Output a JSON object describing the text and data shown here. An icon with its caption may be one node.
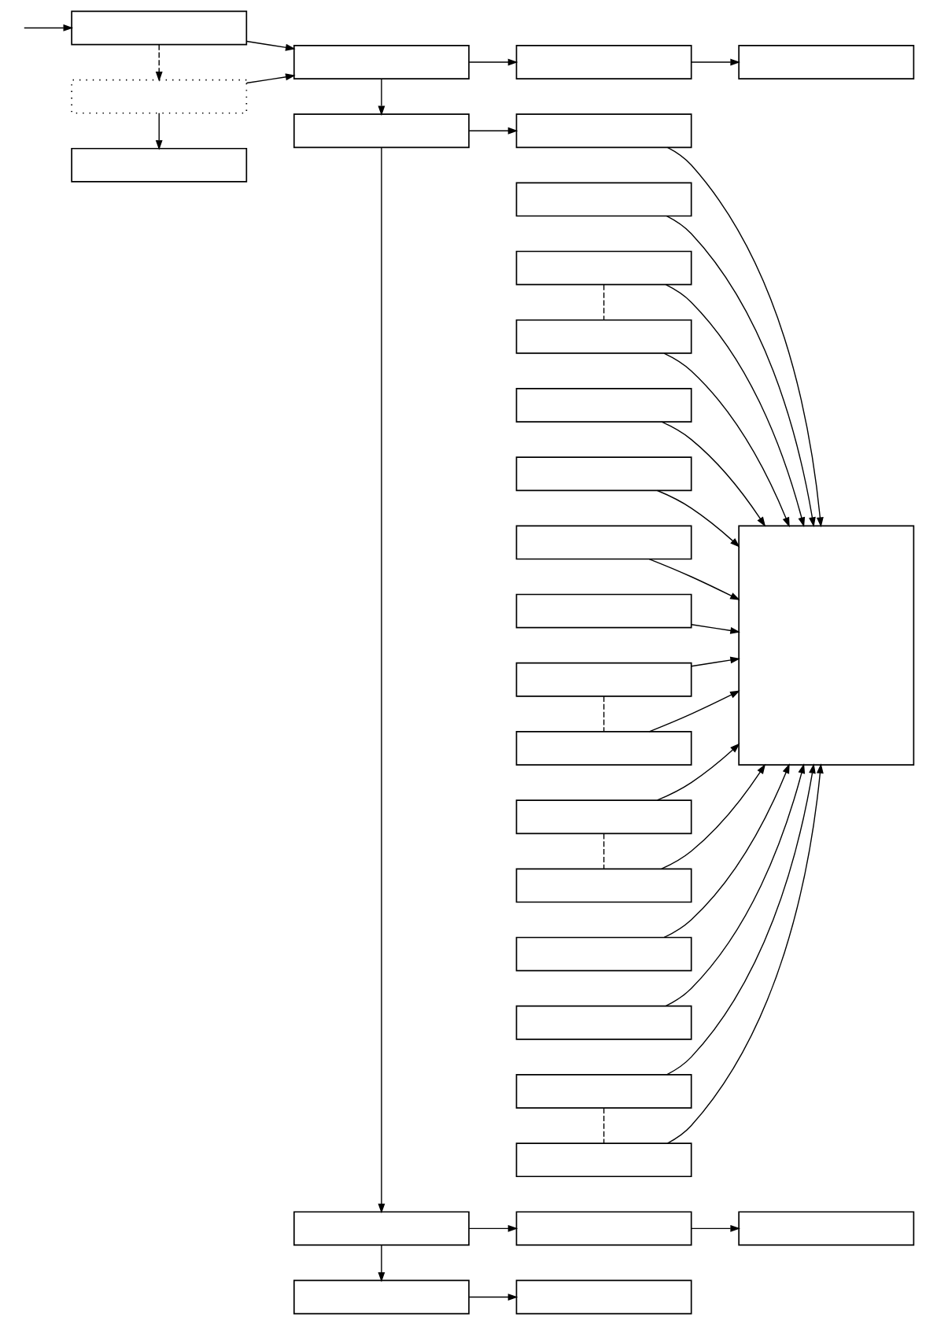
{
  "diagram": {
    "nodes": [
      {
        "text": [],
        "shape": "box"
      },
      {
        "text": [],
        "shape": "box"
      },
      {
        "text": [],
        "shape": "box"
      },
      {
        "text": [],
        "shape": "box"
      },
      {
        "text": [],
        "shape": "box"
      },
      {
        "text": [],
        "shape": "box"
      },
      {
        "text": [],
        "shape": "box"
      },
      {
        "text": [],
        "shape": "box"
      },
      {
        "text": [],
        "shape": "box"
      },
      {
        "text": [],
        "shape": "box"
      },
      {
        "text": [],
        "shape": "box"
      },
      {
        "text": [],
        "shape": "box"
      },
      {
        "text": [],
        "shape": "box"
      },
      {
        "text": [],
        "shape": "box"
      },
      {
        "text": [],
        "shape": "box"
      },
      {
        "text": [],
        "shape": "box"
      },
      {
        "text": [],
        "shape": "box"
      },
      {
        "text": [],
        "shape": "box"
      },
      {
        "text": [],
        "shape": "box"
      },
      {
        "text": [],
        "shape": "box"
      },
      {
        "text": [],
        "shape": "box"
      },
      {
        "text": [],
        "shape": "box"
      },
      {
        "text": [],
        "shape": "box"
      },
      {
        "text": [],
        "shape": "box"
      },
      {
        "text": [],
        "shape": "box"
      },
      {
        "text": [],
        "shape": "box"
      },
      {
        "text": [],
        "shape": "box"
      },
      {
        "text": [],
        "shape": "box"
      },
      {
        "text": [],
        "shape": "box"
      }
    ],
    "edges": [
      {
        "from": null,
        "to": 0,
        "arrow": "to"
      },
      {
        "from": 0,
        "to": 1,
        "arrow": "to"
      },
      {
        "from": 0,
        "to": 4,
        "arrow": "to",
        "style": "dashed"
      },
      {
        "from": 4,
        "to": 1,
        "arrow": "to"
      },
      {
        "from": 4,
        "to": 15,
        "arrow": "to"
      },
      {
        "from": 1,
        "to": 2,
        "arrow": "to"
      },
      {
        "from": 2,
        "to": 3,
        "arrow": "to"
      },
      {
        "from": 1,
        "to": 5,
        "arrow": "to"
      },
      {
        "from": 5,
        "to": 6,
        "arrow": "to"
      },
      {
        "from": 5,
        "to": 24,
        "arrow": "to"
      },
      {
        "from": 6,
        "to": 16,
        "arrow": "to"
      },
      {
        "from": 7,
        "to": 16,
        "arrow": "to"
      },
      {
        "from": 8,
        "to": 16,
        "arrow": "to"
      },
      {
        "from": 9,
        "to": 16,
        "arrow": "to"
      },
      {
        "from": 10,
        "to": 16,
        "arrow": "to"
      },
      {
        "from": 11,
        "to": 16,
        "arrow": "to"
      },
      {
        "from": 12,
        "to": 16,
        "arrow": "to"
      },
      {
        "from": 13,
        "to": 16,
        "arrow": "to"
      },
      {
        "from": 14,
        "to": 16,
        "arrow": "to"
      },
      {
        "from": 17,
        "to": 16,
        "arrow": "to"
      },
      {
        "from": 18,
        "to": 16,
        "arrow": "to"
      },
      {
        "from": 19,
        "to": 16,
        "arrow": "to"
      },
      {
        "from": 20,
        "to": 16,
        "arrow": "to"
      },
      {
        "from": 21,
        "to": 16,
        "arrow": "to"
      },
      {
        "from": 22,
        "to": 16,
        "arrow": "to"
      },
      {
        "from": 23,
        "to": 16,
        "arrow": "to"
      },
      {
        "from": 8,
        "to": 9,
        "arrow": "none",
        "style": "dashed"
      },
      {
        "from": 14,
        "to": 17,
        "arrow": "none",
        "style": "dashed"
      },
      {
        "from": 18,
        "to": 19,
        "arrow": "none",
        "style": "dashed"
      },
      {
        "from": 22,
        "to": 23,
        "arrow": "none",
        "style": "dashed"
      },
      {
        "from": 24,
        "to": 25,
        "arrow": "to"
      },
      {
        "from": 25,
        "to": 26,
        "arrow": "to"
      },
      {
        "from": 24,
        "to": 27,
        "arrow": "to"
      },
      {
        "from": 27,
        "to": 28,
        "arrow": "to"
      }
    ]
  }
}
